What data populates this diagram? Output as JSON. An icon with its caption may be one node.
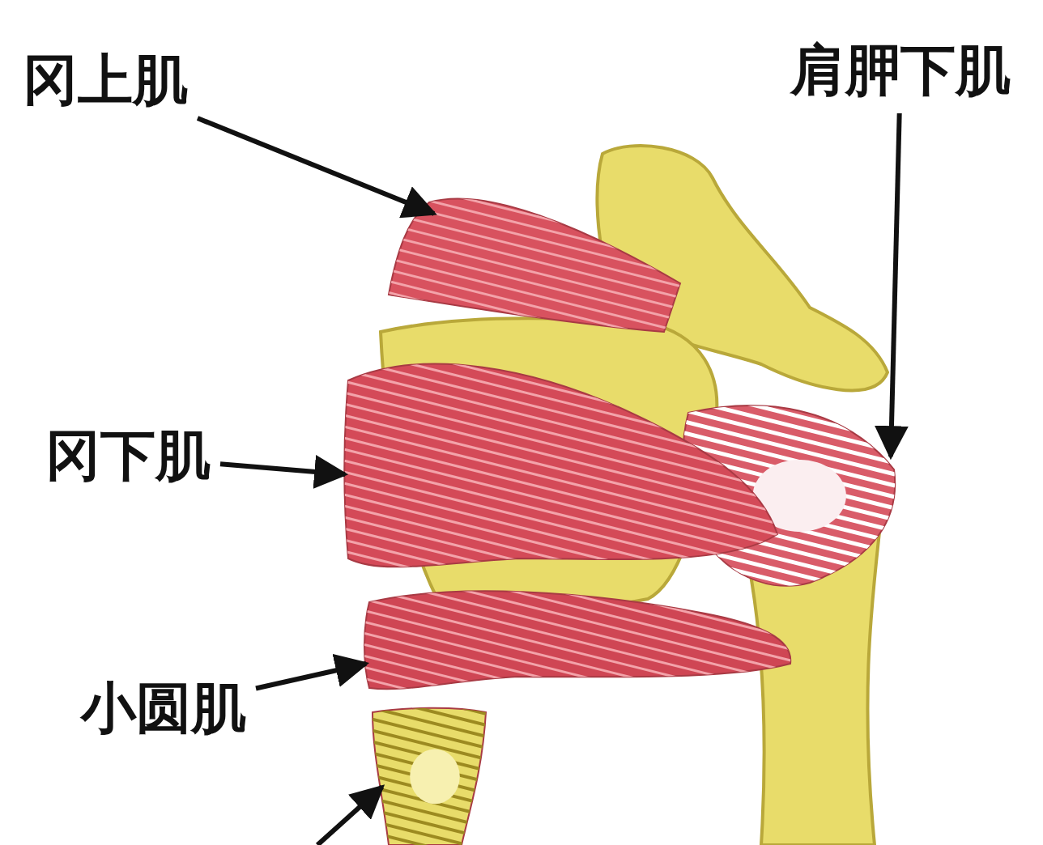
{
  "diagram": {
    "nodes": [
      {
        "text": [
          "冈上肌"
        ]
      },
      {
        "text": [],
        "shape": "picture"
      },
      {
        "text": [
          "肩胛下肌"
        ]
      },
      {
        "text": [],
        "shape": "picture"
      },
      {
        "text": [
          "冈下肌"
        ]
      },
      {
        "text": [],
        "shape": "picture"
      },
      {
        "text": [
          "小圆肌"
        ]
      },
      {
        "text": [],
        "shape": "picture"
      },
      {
        "text": [],
        "shape": "picture"
      }
    ],
    "edges": [
      {
        "from": 0,
        "to": 1,
        "arrow": "to"
      },
      {
        "from": 2,
        "to": 3,
        "arrow": "to"
      },
      {
        "from": 4,
        "to": 5,
        "arrow": "to"
      },
      {
        "from": 6,
        "to": 7,
        "arrow": "to"
      },
      {
        "from": null,
        "to": 8,
        "arrow": "to"
      }
    ]
  }
}
